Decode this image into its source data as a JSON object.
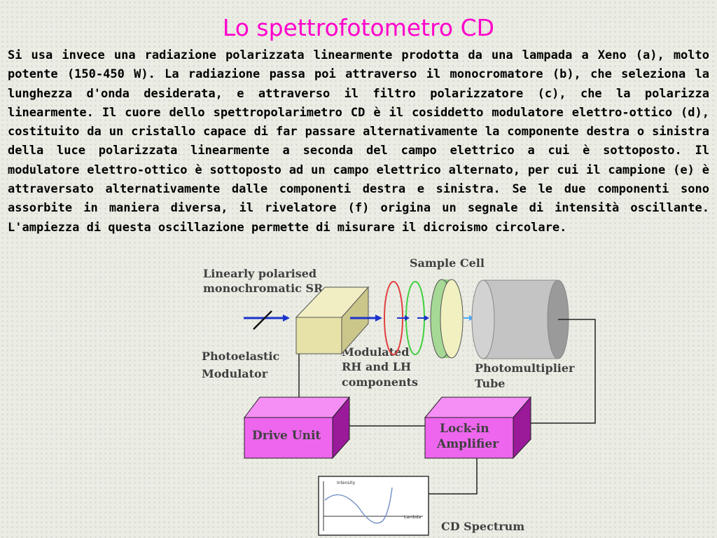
{
  "slide": {
    "title": "Lo spettrofotometro CD",
    "paragraph": "Si usa invece una radiazione polarizzata linearmente prodotta da una lampada a Xeno (a), molto potente (150-450 W). La radiazione passa poi attraverso il monocromatore (b), che seleziona la lunghezza d'onda desiderata, e attraverso il filtro polarizzatore (c), che la polarizza linearmente. Il cuore dello spettropolarimetro CD è il cosiddetto modulatore elettro-ottico (d), costituito da un cristallo capace di far passare alternativamente la componente destra o sinistra della luce polarizzata linearmente a seconda del campo elettrico a cui è sottoposto. Il modulatore elettro-ottico è sottoposto ad un campo elettrico alternato, per cui il campione (e) è attraversato alternativamente dalle componenti destra e sinistra. Se le due componenti sono assorbite in maniera diversa, il rivelatore (f) origina un segnale di intensità oscillante. L'ampiezza di questa oscillazione permette di misurare il dicroismo circolare."
  },
  "diagram": {
    "labels": {
      "linearly_polarised_line1": "Linearly polarised",
      "linearly_polarised_line2": "monochromatic SR",
      "sample_cell": "Sample Cell",
      "photoelastic_line1": "Photoelastic",
      "photoelastic_line2": "Modulator",
      "modulated_line1": "Modulated",
      "modulated_line2": "RH and LH",
      "modulated_line3": "components",
      "pmt_line1": "Photomultiplier",
      "pmt_line2": "Tube",
      "drive_unit": "Drive Unit",
      "lockin_line1": "Lock-in",
      "lockin_line2": "Amplifier",
      "spectrum_ylabel": "Intensity",
      "spectrum_xlabel": "Lambda",
      "cd_spectrum": "CD Spectrum"
    },
    "colors": {
      "box_fill": "#ee66ee",
      "box_side": "#9a1a9a",
      "modulator_fill": "#e6e2a8",
      "arrow": "#1a33cc",
      "circle_red": "#e04040",
      "circle_green": "#40d040",
      "title": "#ff00cc"
    }
  }
}
